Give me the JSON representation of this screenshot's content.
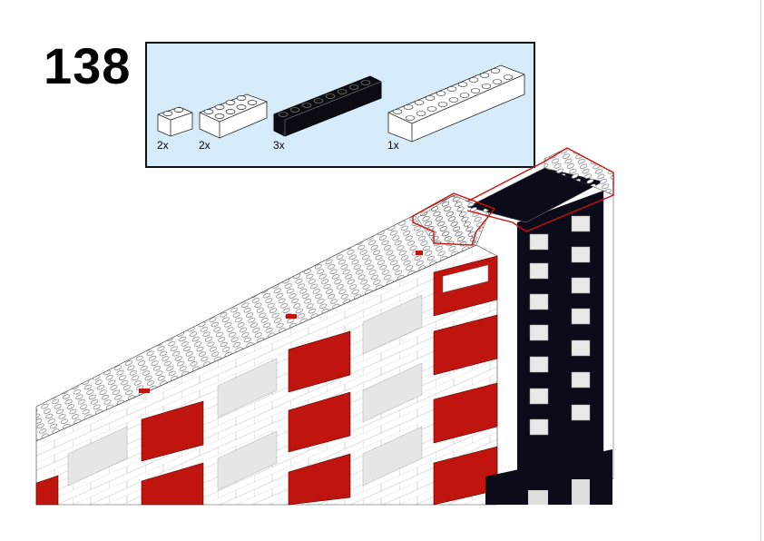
{
  "step": {
    "number": "138"
  },
  "parts": [
    {
      "name": "brick-1x2-white",
      "quantity": "2x",
      "color": "#ffffff"
    },
    {
      "name": "brick-2x4-white",
      "quantity": "2x",
      "color": "#ffffff"
    },
    {
      "name": "brick-1x8-black",
      "quantity": "3x",
      "color": "#0b0b14"
    },
    {
      "name": "brick-2x10-white",
      "quantity": "1x",
      "color": "#ffffff"
    }
  ],
  "colors": {
    "parts_bg": "#d6ecfa",
    "highlight": "#cc1111",
    "window_red": "#c0140f",
    "dark": "#0b0b1a"
  }
}
